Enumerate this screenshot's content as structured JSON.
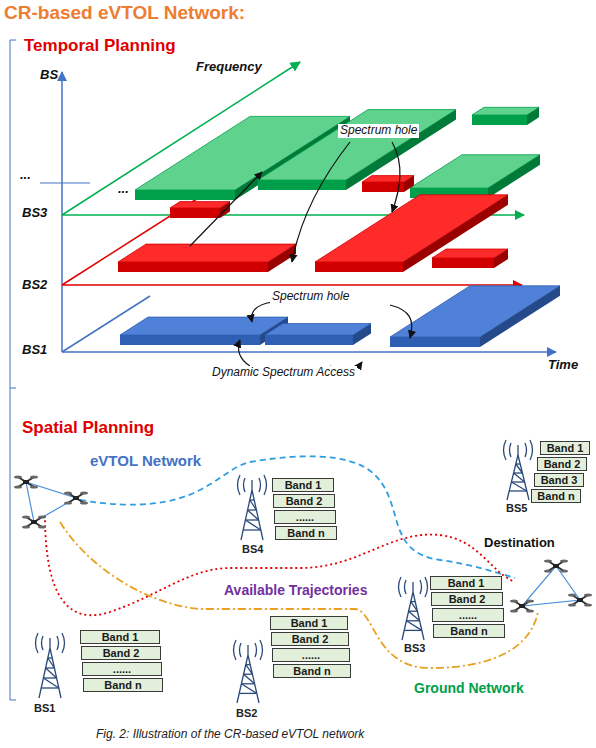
{
  "diagram": {
    "title": "CR-based eVTOL Network:",
    "caption": "Fig. 2: Illustration of the CR-based eVTOL network",
    "nodes": [
      {
        "text": [
          "Band 1"
        ]
      },
      {
        "text": [
          "Band 2"
        ]
      },
      {
        "text": [
          "Band 3"
        ]
      },
      {
        "text": [
          "Band n"
        ]
      },
      {
        "text": [
          "Band 1"
        ]
      },
      {
        "text": [
          "Band 2"
        ]
      },
      {
        "text": [
          "......"
        ]
      },
      {
        "text": [
          "Band n"
        ]
      },
      {
        "text": [
          "Band 1"
        ]
      },
      {
        "text": [
          "Band 2"
        ]
      },
      {
        "text": [
          "......"
        ]
      },
      {
        "text": [
          "Band n"
        ]
      },
      {
        "text": [
          "Band 1"
        ]
      },
      {
        "text": [
          "Band 2"
        ]
      },
      {
        "text": [
          "......"
        ]
      },
      {
        "text": [
          "Band n"
        ]
      },
      {
        "text": [
          "Band 1"
        ]
      },
      {
        "text": [
          "Band 2"
        ]
      },
      {
        "text": [
          "......"
        ]
      },
      {
        "text": [
          "Band n"
        ]
      }
    ],
    "labels": [
      "BS",
      "Frequency",
      "...",
      "...",
      "BS3",
      "Spectrum hole",
      "BS2",
      "Spectrum hole",
      "BS1",
      "Time",
      "Dynamic Spectrum Access",
      "Temporal Planning",
      "Spatial Planning",
      "eVTOL Network",
      "BS4",
      "BS5",
      "Destination",
      "Available Trajectories",
      "BS3",
      "BS1",
      "BS2",
      "Ground Network"
    ]
  }
}
